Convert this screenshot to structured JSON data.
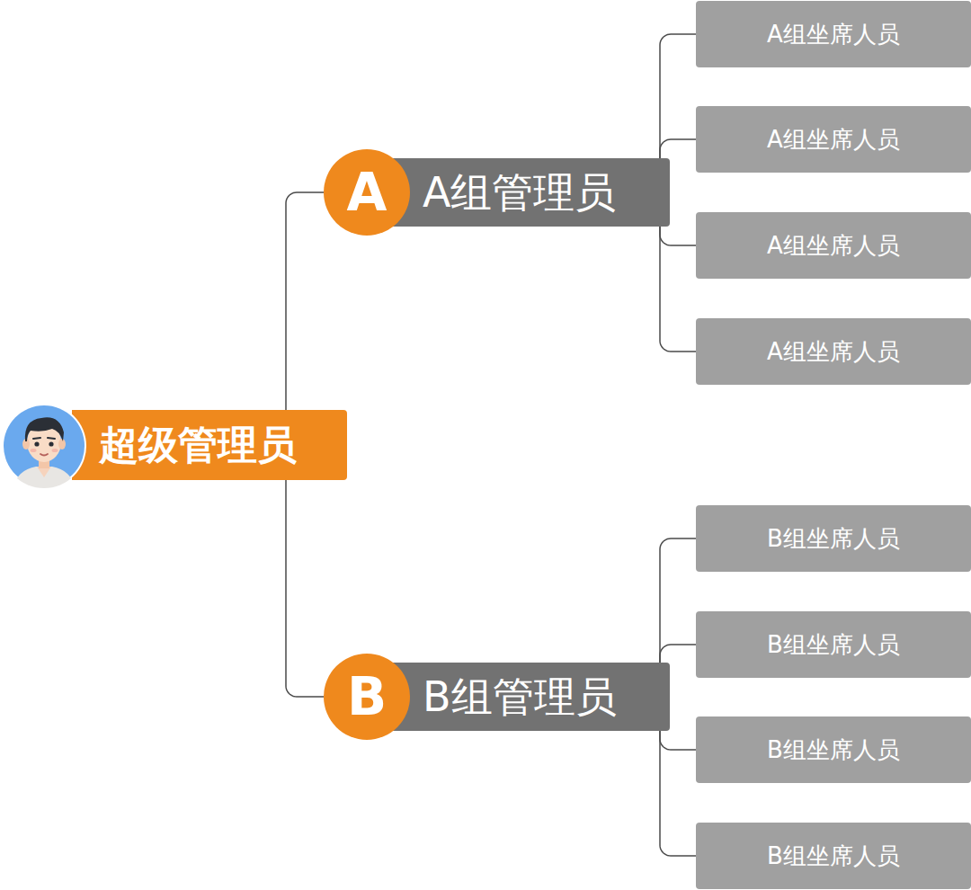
{
  "diagram": {
    "nodes": [
      {
        "text": [
          "超级管理员"
        ]
      },
      {
        "text": [
          "A",
          "A组管理员"
        ]
      },
      {
        "text": [
          "A组坐席人员"
        ]
      },
      {
        "text": [
          "A组坐席人员"
        ]
      },
      {
        "text": [
          "A组坐席人员"
        ]
      },
      {
        "text": [
          "A组坐席人员"
        ]
      },
      {
        "text": [
          "B",
          "B组管理员"
        ]
      },
      {
        "text": [
          "B组坐席人员"
        ]
      },
      {
        "text": [
          "B组坐席人员"
        ]
      },
      {
        "text": [
          "B组坐席人员"
        ]
      },
      {
        "text": [
          "B组坐席人员"
        ]
      }
    ],
    "edges": [
      {
        "from": 0,
        "to": 1,
        "arrow": "none"
      },
      {
        "from": 0,
        "to": 6,
        "arrow": "none"
      },
      {
        "from": 1,
        "to": 2,
        "arrow": "none"
      },
      {
        "from": 1,
        "to": 3,
        "arrow": "none"
      },
      {
        "from": 1,
        "to": 4,
        "arrow": "none"
      },
      {
        "from": 1,
        "to": 5,
        "arrow": "none"
      },
      {
        "from": 6,
        "to": 7,
        "arrow": "none"
      },
      {
        "from": 6,
        "to": 8,
        "arrow": "none"
      },
      {
        "from": 6,
        "to": 9,
        "arrow": "none"
      },
      {
        "from": 6,
        "to": 10,
        "arrow": "none"
      }
    ]
  }
}
